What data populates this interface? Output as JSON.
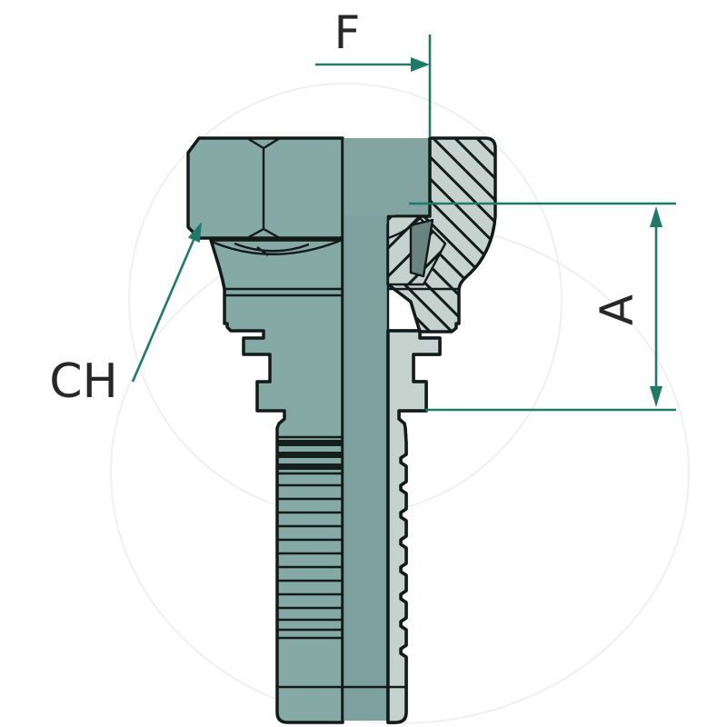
{
  "figure": {
    "type": "technical-drawing",
    "subject": "hydraulic-hose-fitting-half-section",
    "labels": {
      "f": "F",
      "a": "A",
      "ch": "CH"
    }
  },
  "colors": {
    "background": "#ffffff",
    "outline": "#121b19",
    "body_fill": "#85a9a5",
    "bore_fill": "#7ca19e",
    "section_fill": "#c6d2ce",
    "seat_dark_fill": "#69847f",
    "groove_dark_fill": "#15201d",
    "dimension_accent": "#1f7a67",
    "label_text": "#272727",
    "watermark": "#eff1f1"
  }
}
